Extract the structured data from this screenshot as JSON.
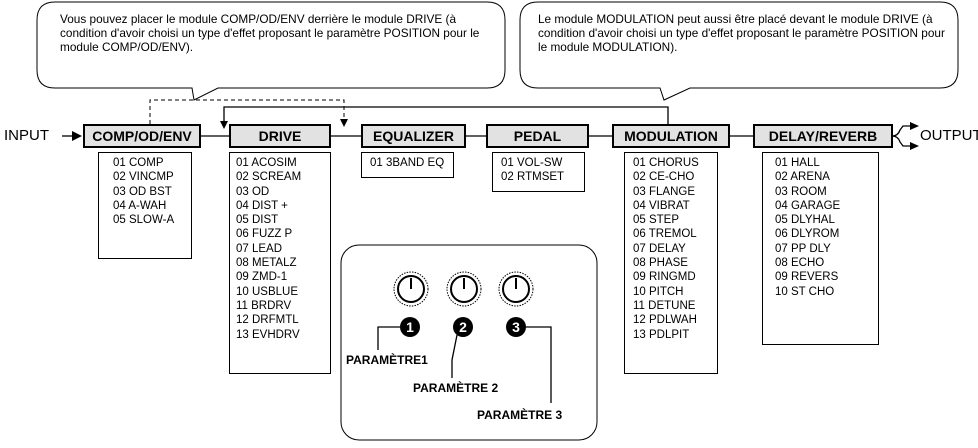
{
  "callouts": {
    "left": "Vous pouvez placer le module COMP/OD/ENV derrière le module DRIVE (à condition d'avoir choisi un type d'effet proposant le paramètre POSITION pour le module COMP/OD/ENV).",
    "right": "Le module MODULATION peut aussi être placé devant le module DRIVE (à condition d'avoir choisi un type d'effet proposant le paramètre POSITION pour le module MODULATION)."
  },
  "io": {
    "input": "INPUT",
    "output": "OUTPUT"
  },
  "modules": [
    {
      "name": "COMP/OD/ENV",
      "items": [
        "01  COMP",
        "02  VINCMP",
        "03  OD BST",
        "04  A-WAH",
        "05  SLOW-A"
      ]
    },
    {
      "name": "DRIVE",
      "items": [
        "01  ACOSIM",
        "02  SCREAM",
        "03  OD",
        "04  DIST +",
        "05  DIST",
        "06  FUZZ P",
        "07  LEAD",
        "08  METALZ",
        "09  ZMD-1",
        "10  USBLUE",
        "11  BRDRV",
        "12  DRFMTL",
        "13  EVHDRV"
      ]
    },
    {
      "name": "EQUALIZER",
      "items": [
        "01  3BAND EQ"
      ]
    },
    {
      "name": "PEDAL",
      "items": [
        "01  VOL-SW",
        "02  RTMSET"
      ]
    },
    {
      "name": "MODULATION",
      "items": [
        "01  CHORUS",
        "02  CE-CHO",
        "03  FLANGE",
        "04  VIBRAT",
        "05  STEP",
        "06  TREMOL",
        "07  DELAY",
        "08  PHASE",
        "09  RINGMD",
        "10  PITCH",
        "11  DETUNE",
        "12  PDLWAH",
        "13  PDLPIT"
      ]
    },
    {
      "name": "DELAY/REVERB",
      "items": [
        "01  HALL",
        "02  ARENA",
        "03  ROOM",
        "04  GARAGE",
        "05  DLYHAL",
        "06  DLYROM",
        "07  PP DLY",
        "08  ECHO",
        "09  REVERS",
        "10  ST CHO"
      ]
    }
  ],
  "knob_panel": {
    "markers": [
      "1",
      "2",
      "3"
    ],
    "labels": [
      "PARAMÈTRE1",
      "PARAMÈTRE 2",
      "PARAMÈTRE 3"
    ]
  }
}
